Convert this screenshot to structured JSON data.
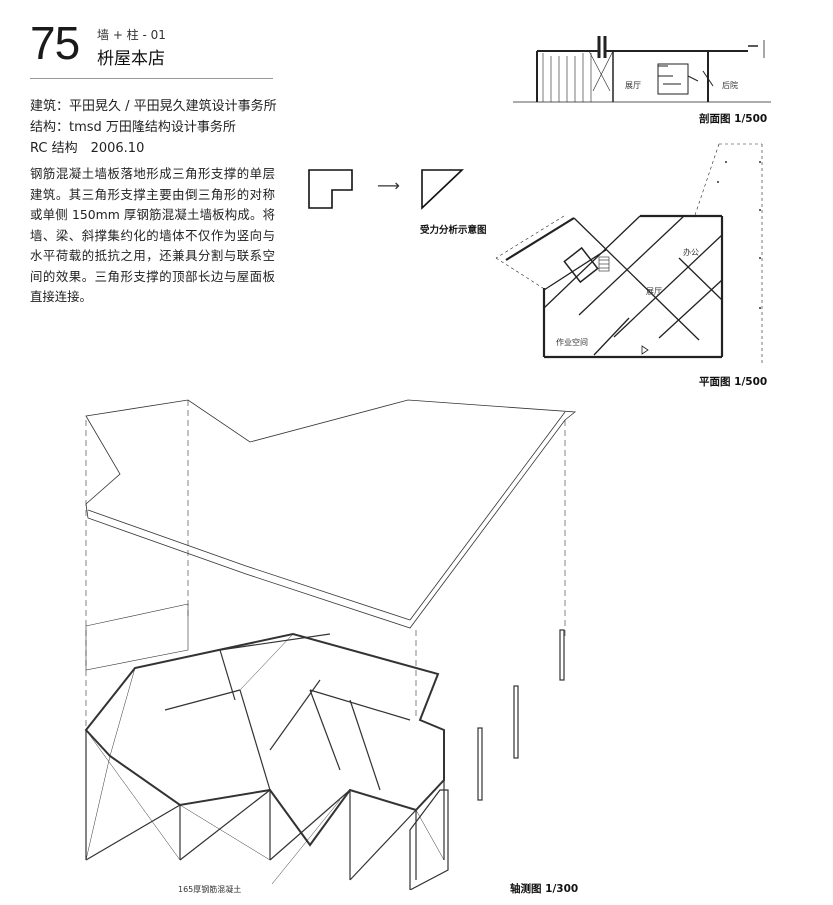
{
  "header": {
    "number": "75",
    "category": "墙 + 柱 - 01",
    "title": "枡屋本店"
  },
  "credits": {
    "architect": "建筑：平田晃久 / 平田晃久建筑设计事务所",
    "structure": "结构：tmsd 万田隆结构设计事务所",
    "type_year": "RC 结构　2006.10"
  },
  "description": "钢筋混凝土墙板落地形成三角形支撑的单层建筑。其三角形支撑主要由倒三角形的对称或单侧 150mm 厚钢筋混凝土墙板构成。将墙、梁、斜撑集约化的墙体不仅作为竖向与水平荷载的抵抗之用，还兼具分割与联系空间的效果。三角形支撑的顶部长边与屋面板直接连接。",
  "section": {
    "caption": "剖面图 1/500",
    "label_hall": "展厅",
    "label_yard": "后院"
  },
  "diagram": {
    "caption": "受力分析示意图",
    "arrow": "⟶"
  },
  "plan": {
    "caption": "平面图 1/500",
    "label_office": "办公",
    "label_hall": "展厅",
    "label_work": "作业空间"
  },
  "axon": {
    "caption": "轴测图 1/300",
    "callout": "165厚钢筋混凝土"
  }
}
